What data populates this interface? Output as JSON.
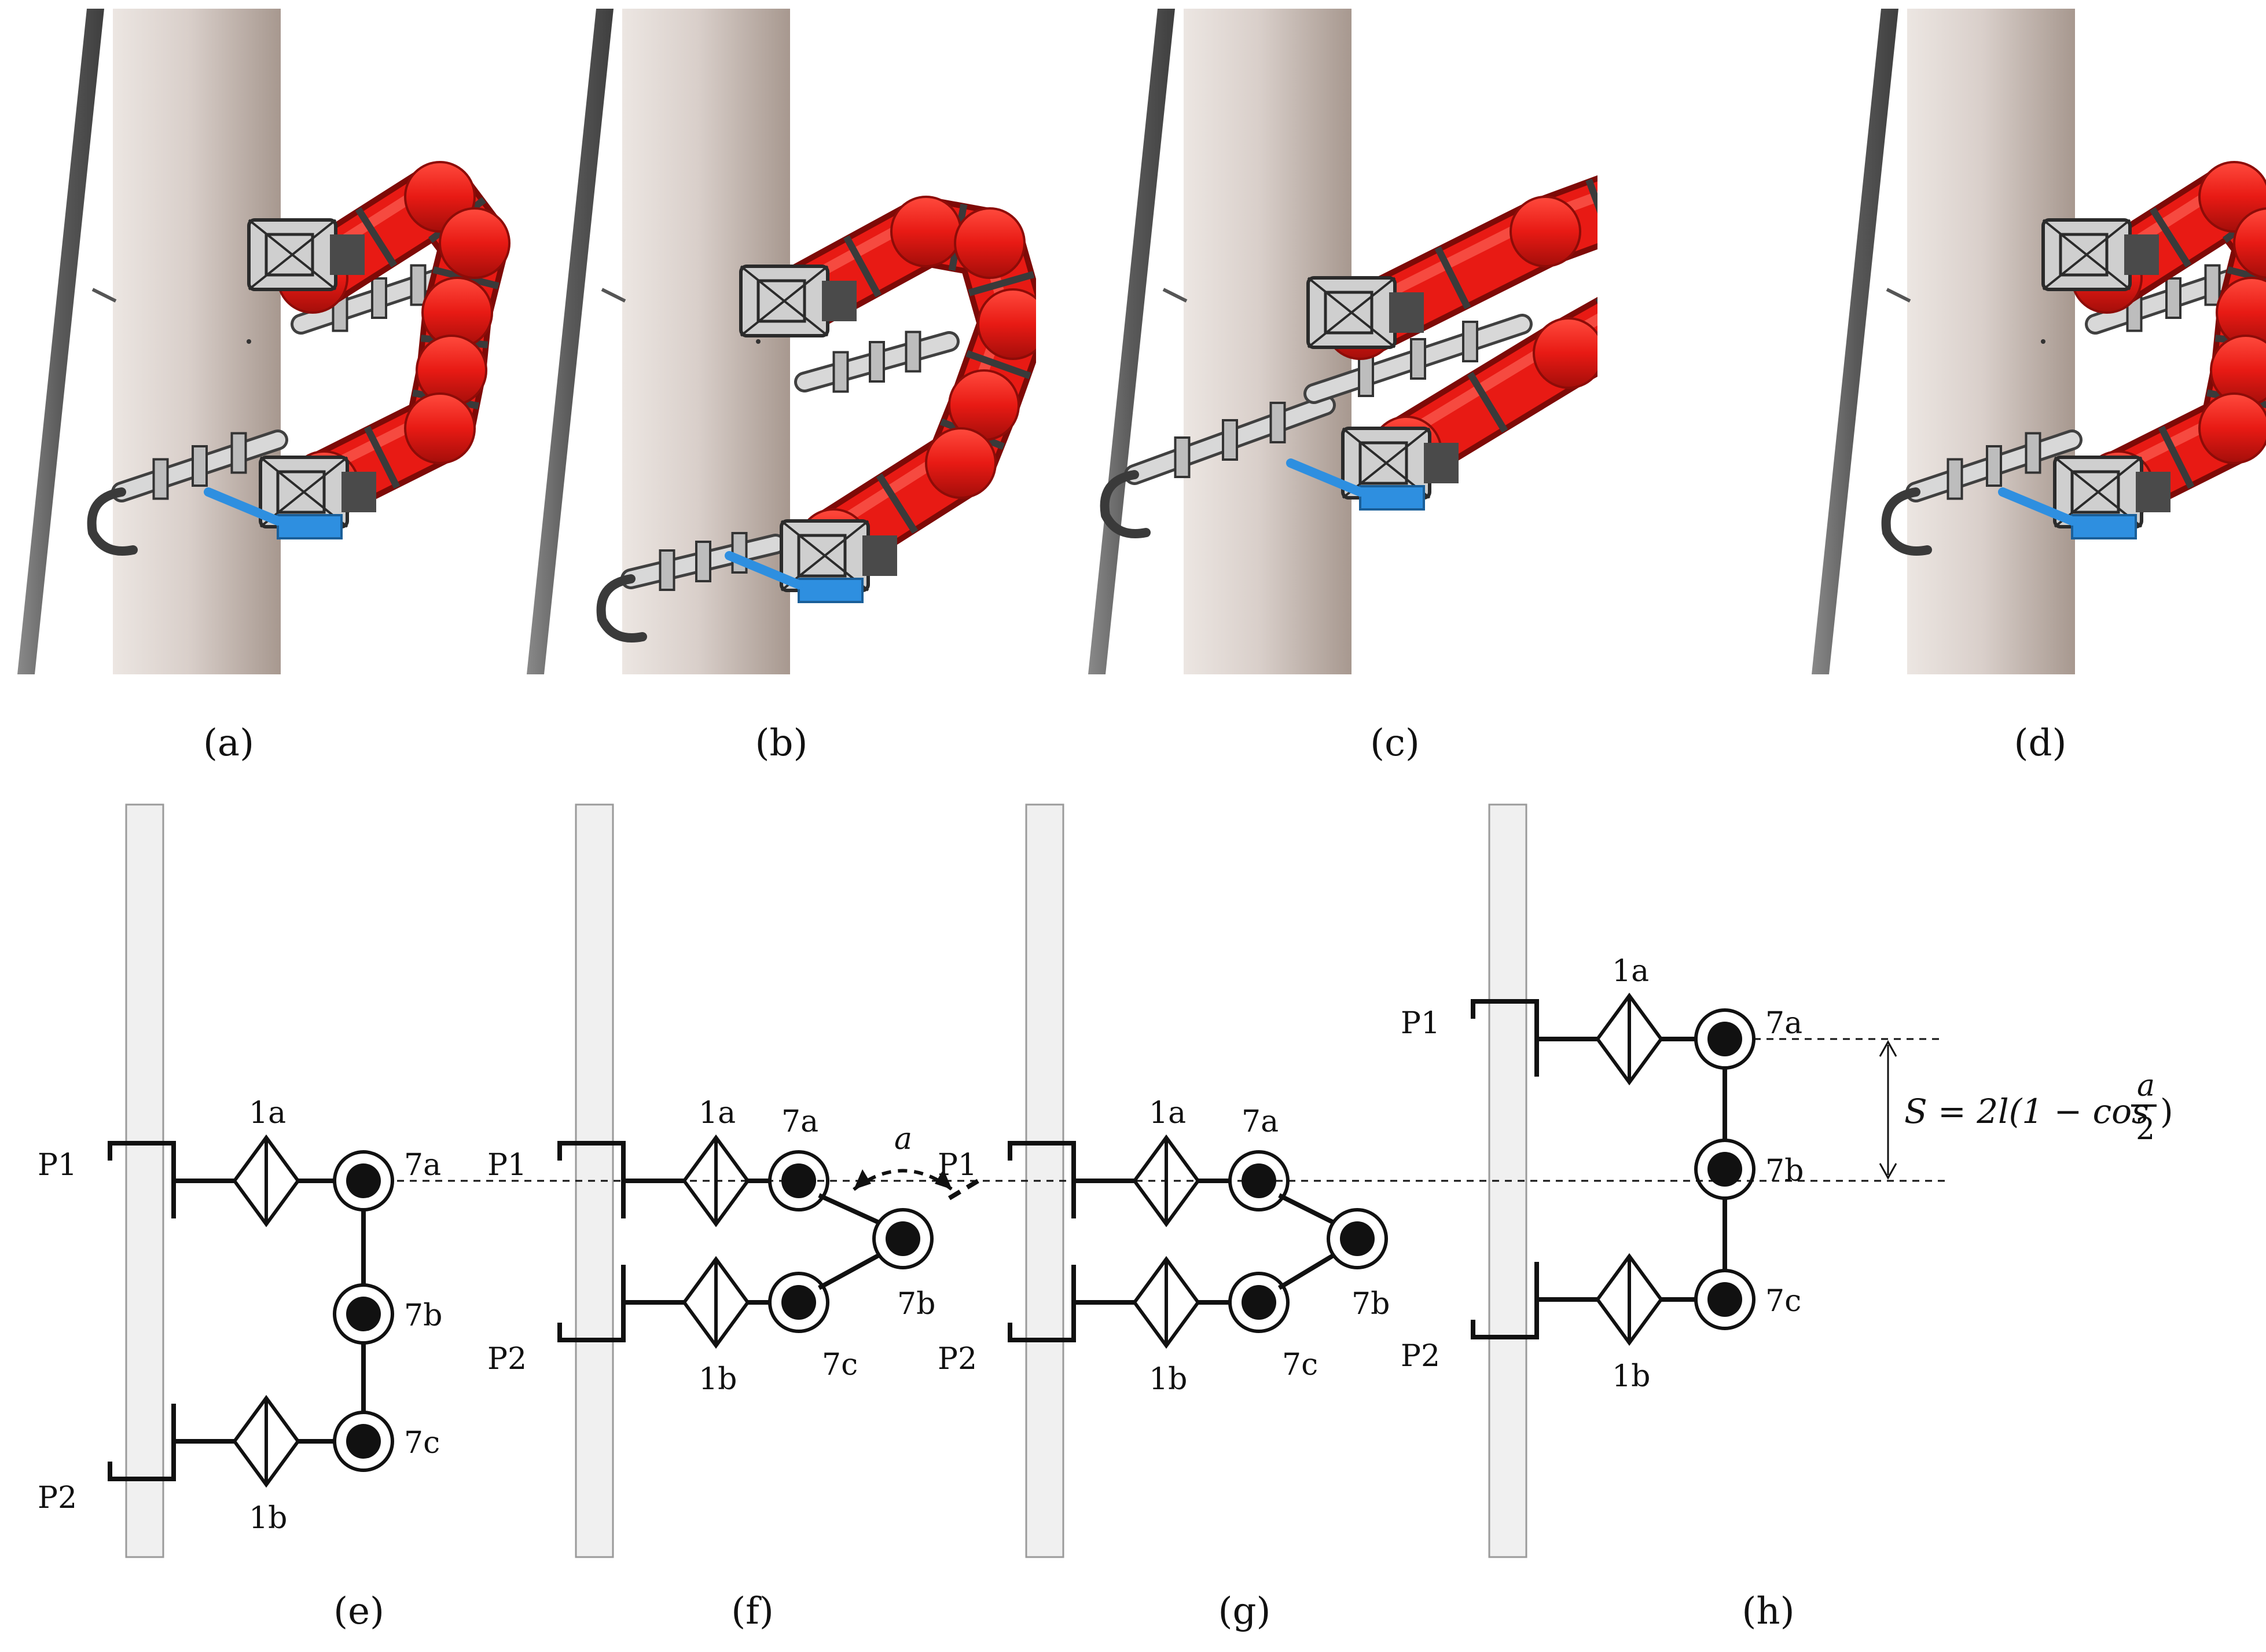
{
  "colors": {
    "robot_red": "#e81a14",
    "gripper_blue": "#2e8fe0",
    "pole_light": "#ece6e2",
    "pole_shade": "#a7988f",
    "bar_gray": "#6b6b6b",
    "schematic_pole": "#f0f0f0",
    "ink": "#111111"
  },
  "render_panels": [
    {
      "id": "a",
      "caption": "(a)",
      "pose": "rest"
    },
    {
      "id": "b",
      "caption": "(b)",
      "pose": "bend"
    },
    {
      "id": "c",
      "caption": "(c)",
      "pose": "extend"
    },
    {
      "id": "d",
      "caption": "(d)",
      "pose": "rest"
    }
  ],
  "schematic_panels": [
    {
      "id": "e",
      "caption": "(e)",
      "pose": "rest",
      "labels": {
        "p1": "P1",
        "p2": "P2",
        "j1a": "1a",
        "j1b": "1b",
        "j7a": "7a",
        "j7b": "7b",
        "j7c": "7c"
      }
    },
    {
      "id": "f",
      "caption": "(f)",
      "pose": "bend",
      "labels": {
        "p1": "P1",
        "p2": "P2",
        "j1a": "1a",
        "j1b": "1b",
        "j7a": "7a",
        "j7b": "7b",
        "j7c": "7c",
        "angle": "a"
      }
    },
    {
      "id": "g",
      "caption": "(g)",
      "pose": "bend",
      "labels": {
        "p1": "P1",
        "p2": "P2",
        "j1a": "1a",
        "j1b": "1b",
        "j7a": "7a",
        "j7b": "7b",
        "j7c": "7c"
      }
    },
    {
      "id": "h",
      "caption": "(h)",
      "pose": "rest",
      "labels": {
        "p1": "P1",
        "p2": "P2",
        "j1a": "1a",
        "j1b": "1b",
        "j7a": "7a",
        "j7b": "7b",
        "j7c": "7c"
      }
    }
  ],
  "formula": {
    "lhs": "S = 2l(1 − cos",
    "numerator": "a",
    "denominator": "2",
    "rhs": ")"
  }
}
